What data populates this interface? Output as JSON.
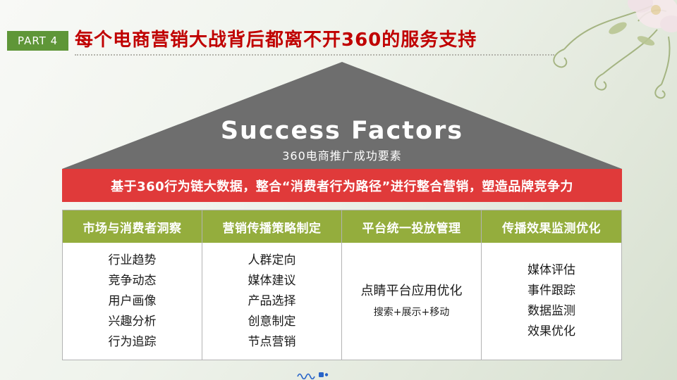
{
  "header": {
    "part_label": "PART 4",
    "title": "每个电商营销大战背后都离不开360的服务支持"
  },
  "roof": {
    "title": "Success Factors",
    "subtitle": "360电商推广成功要素"
  },
  "banner": {
    "text": "基于360行为链大数据，整合“消费者行为路径”进行整合营销，塑造品牌竞争力"
  },
  "table": {
    "headers": [
      "市场与消费者洞察",
      "营销传播策略制定",
      "平台统一投放管理",
      "传播效果监测优化"
    ],
    "column1": {
      "items": [
        "行业趋势",
        "竞争动态",
        "用户画像",
        "兴趣分析",
        "行为追踪"
      ]
    },
    "column2": {
      "items": [
        "人群定向",
        "媒体建议",
        "产品选择",
        "创意制定",
        "节点营销"
      ]
    },
    "column3": {
      "main": "点睛平台应用优化",
      "sub": "搜索+展示+移动"
    },
    "column4": {
      "items": [
        "媒体评估",
        "事件跟踪",
        "数据监测",
        "效果优化"
      ]
    }
  },
  "colors": {
    "badge_green": "#5f9638",
    "title_red": "#c00000",
    "roof_gray": "#6e6e6e",
    "banner_red": "#e03a3a",
    "header_green": "#94ad3d"
  }
}
